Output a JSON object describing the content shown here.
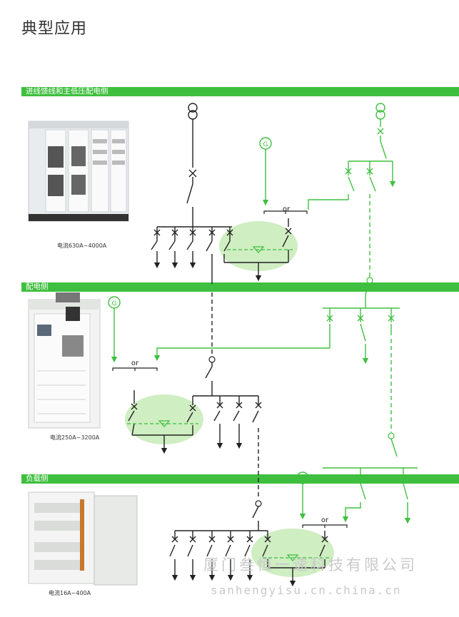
{
  "page": {
    "title": "典型应用"
  },
  "sections": [
    {
      "label": "进线馈线和主低压配电侧",
      "caption": "电流630A~4000A"
    },
    {
      "label": "配电侧",
      "caption": "电流250A~3200A"
    },
    {
      "label": "负载侧",
      "caption": "电流16A~400A"
    }
  ],
  "diagram": {
    "generator_symbol": "G",
    "or_label": "or"
  },
  "watermark": {
    "line1": "厦门叁恒一速科技有限公司",
    "line2": "sanhengyisu.cn.china.cn"
  },
  "colors": {
    "accent": "#3fbf3f",
    "ats_zone": "#cfeec2",
    "line": "#222222"
  }
}
